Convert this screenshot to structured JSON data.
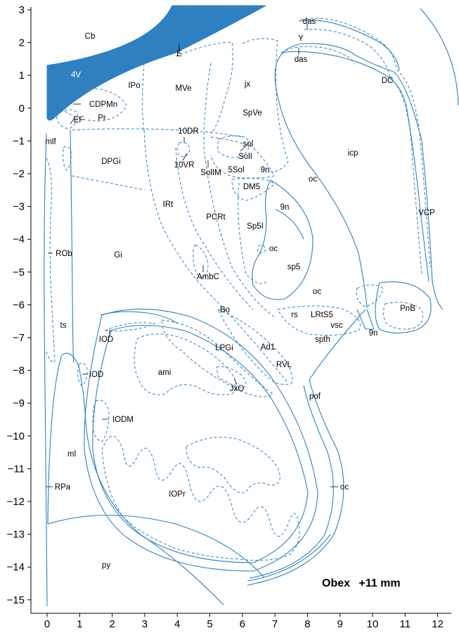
{
  "caption": {
    "prefix": "Obex",
    "value": "+11 mm"
  },
  "axes": {
    "x_ticks": [
      "0",
      "1",
      "2",
      "3",
      "4",
      "5",
      "6",
      "7",
      "8",
      "9",
      "10",
      "11",
      "12"
    ],
    "y_ticks": [
      "3",
      "2",
      "1",
      "0",
      "−1",
      "−2",
      "−3",
      "−4",
      "−5",
      "−6",
      "−7",
      "−8",
      "−9",
      "−10",
      "−11",
      "−12",
      "−13",
      "−14",
      "−15"
    ]
  },
  "colors": {
    "structure_line": "#2f80c0",
    "ventricle_fill": "#2f80c0",
    "text": "#000000"
  },
  "labels": {
    "Cb": "Cb",
    "das_top": "das",
    "Y": "Y",
    "das": "das",
    "E": "E",
    "4V": "4V",
    "IPo": "IPo",
    "MVe": "MVe",
    "jx": "jx",
    "DC": "DC",
    "CDPMn": "CDPMn",
    "Pr": "Pr",
    "SpVe": "SpVe",
    "EF": "EF",
    "10DR": "10DR",
    "sol": "sol",
    "mlf": "mlf",
    "SolI": "SolI",
    "icp": "icp",
    "DPGi": "DPGi",
    "10VR": "10VR",
    "SolIM": "SolIM",
    "5Sol": "5Sol",
    "9n_a": "9n",
    "DM5": "DM5",
    "oc_a": "oc",
    "IRt": "IRt",
    "9n_b": "9n",
    "PCRt": "PCRt",
    "Sp5I": "Sp5I",
    "VCP": "VCP",
    "ROb": "ROb",
    "Gi": "Gi",
    "oc_b": "oc",
    "sp5": "sp5",
    "AmbC": "AmbC",
    "oc_c": "oc",
    "Bo": "Bo",
    "PnB": "PnB",
    "rs": "rs",
    "LRtS5": "LRtS5",
    "vsc": "vsc",
    "9n_c": "9n",
    "ts": "ts",
    "IOD_a": "IOD",
    "spth": "spth",
    "LPGi": "LPGi",
    "Ad1": "Ad1",
    "IOD_b": "IOD",
    "ami": "ami",
    "RVL": "RVL",
    "JxO": "JxO",
    "pof": "pof",
    "IODM": "IODM",
    "ml": "ml",
    "IOPr": "IOPr",
    "RPa": "RPa",
    "oc_d": "oc",
    "py": "py"
  }
}
